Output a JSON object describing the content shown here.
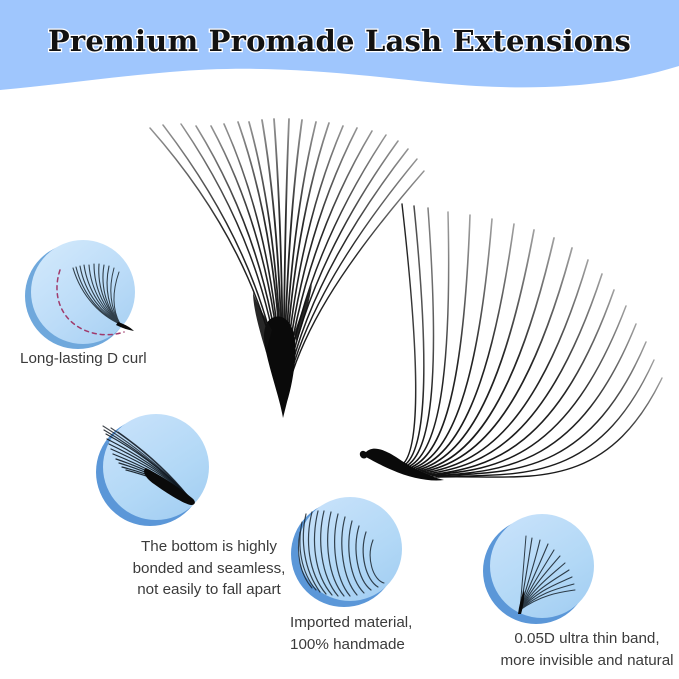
{
  "header": {
    "title": "Premium Promade Lash Extensions",
    "banner_color": "#9fc6fd",
    "title_color": "#121212",
    "title_outline_color": "#ffffff"
  },
  "artwork": {
    "center_fan_name": "promade-lash-fan-front",
    "right_fan_name": "promade-lash-fan-curl",
    "lash_color": "#111111"
  },
  "callouts": [
    {
      "id": "d-curl",
      "caption": "Long-lasting D curl",
      "icon_name": "lash-fan-d-curl-icon",
      "circle_fill": "#bcdcf8",
      "circle_rim": "#6fa8dc",
      "guide_line_color": "#a03a6b",
      "guide_line_style": "dashed"
    },
    {
      "id": "bonded",
      "caption": "The bottom is highly\nbonded and seamless,\nnot easily to fall apart",
      "icon_name": "lash-fan-bonded-base-icon",
      "circle_fill": "#b2d8f6",
      "circle_rim": "#5b97d8"
    },
    {
      "id": "material",
      "caption": "Imported material,\n100% handmade",
      "icon_name": "lash-fibers-material-icon",
      "circle_fill": "#b2d8f6",
      "circle_rim": "#5b97d8"
    },
    {
      "id": "thin-band",
      "caption": "0.05D ultra thin band,\nmore invisible and natural",
      "icon_name": "lash-fan-thin-band-icon",
      "circle_fill": "#b2d8f6",
      "circle_rim": "#5b97d8"
    }
  ],
  "colors": {
    "background": "#ffffff",
    "caption_text": "#3b3b3b"
  }
}
